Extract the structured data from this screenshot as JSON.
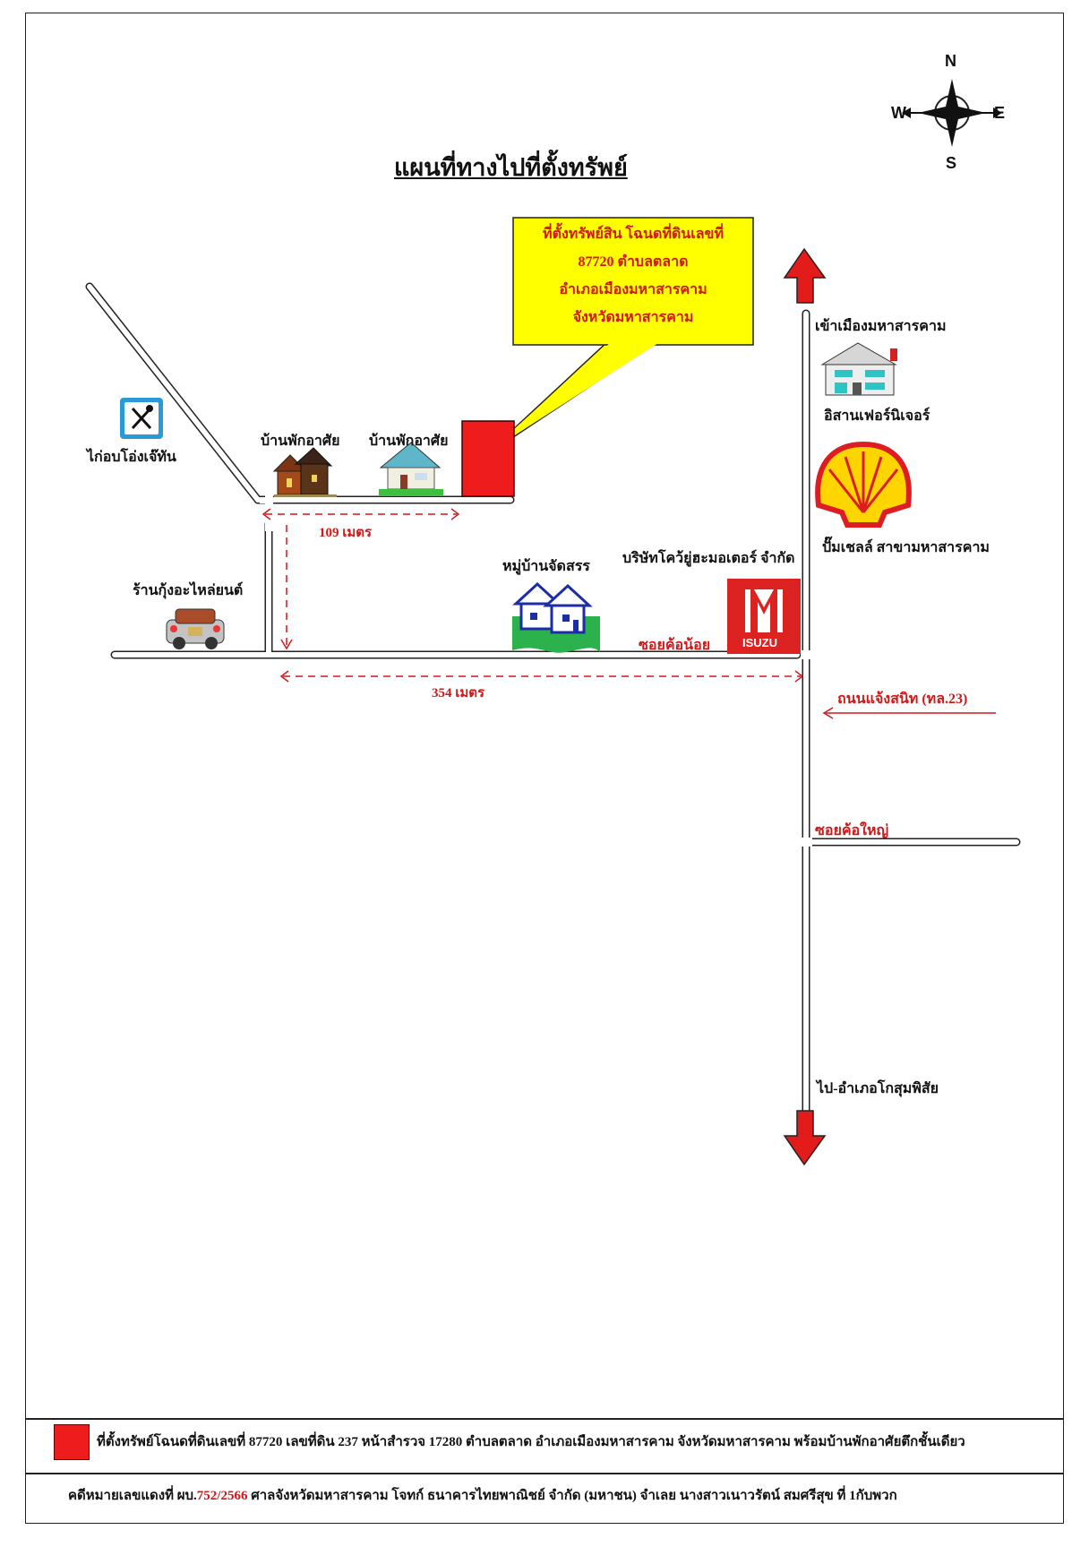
{
  "title": "แผนที่ทางไปที่ตั้งทรัพย์",
  "compass": {
    "n": "N",
    "s": "S",
    "e": "E",
    "w": "W"
  },
  "callout": {
    "line1": "ที่ตั้งทรัพย์สิน  โฉนดที่ดินเลขที่",
    "line2": "87720 ตำบลตลาด",
    "line3": "อำเภอเมืองมหาสารคาม",
    "line4": "จังหวัดมหาสารคาม"
  },
  "labels": {
    "restaurant": "ไก่อบโอ่งเจ๊ทัน",
    "house1": "บ้านพักอาศัย",
    "house2": "บ้านพักอาศัย",
    "to_city": "เข้าเมืองมหาสารคาม",
    "furniture": "อิสานเฟอร์นิเจอร์",
    "shell": "ปั๊มเชลล์ สาขามหาสารคาม",
    "isuzu_company": "บริษัทโคว้ยู่ฮะมอเตอร์ จำกัด",
    "village": "หมู่บ้านจัดสรร",
    "garage": "ร้านกุ้งอะไหล่ยนต์",
    "soi_small": "ซอยค้อน้อย",
    "road_main": "ถนนแจ้งสนิท (ทล.23)",
    "soi_big": "ซอยค้อใหญ่",
    "to_kosum": "ไป-อำเภอโกสุมพิสัย",
    "dist_109": "109 เมตร",
    "dist_354": "354 เมตร",
    "isuzu_logo": "ISUZU"
  },
  "legend": {
    "property_line": "ที่ตั้งทรัพย์โฉนดที่ดินเลขที่ 87720  เลขที่ดิน 237 หน้าสำรวจ 17280  ตำบลตลาด  อำเภอเมืองมหาสารคาม  จังหวัดมหาสารคาม  พร้อมบ้านพักอาศัยตึกชั้นเดียว",
    "case_prefix": "คดีหมายเลขแดงที่ ผบ.",
    "case_number": "752/2566",
    "case_suffix": " ศาลจังหวัดมหาสารคาม  โจทก์ ธนาคารไทยพาณิชย์  จำกัด (มหาชน) จำเลย นางสาวเนาวรัตน์ สมศรีสุข   ที่ 1กับพวก"
  },
  "colors": {
    "property": "#ee1c1c",
    "callout_bg": "#ffff00",
    "annotation": "#d01818",
    "road_outline": "#222222"
  }
}
